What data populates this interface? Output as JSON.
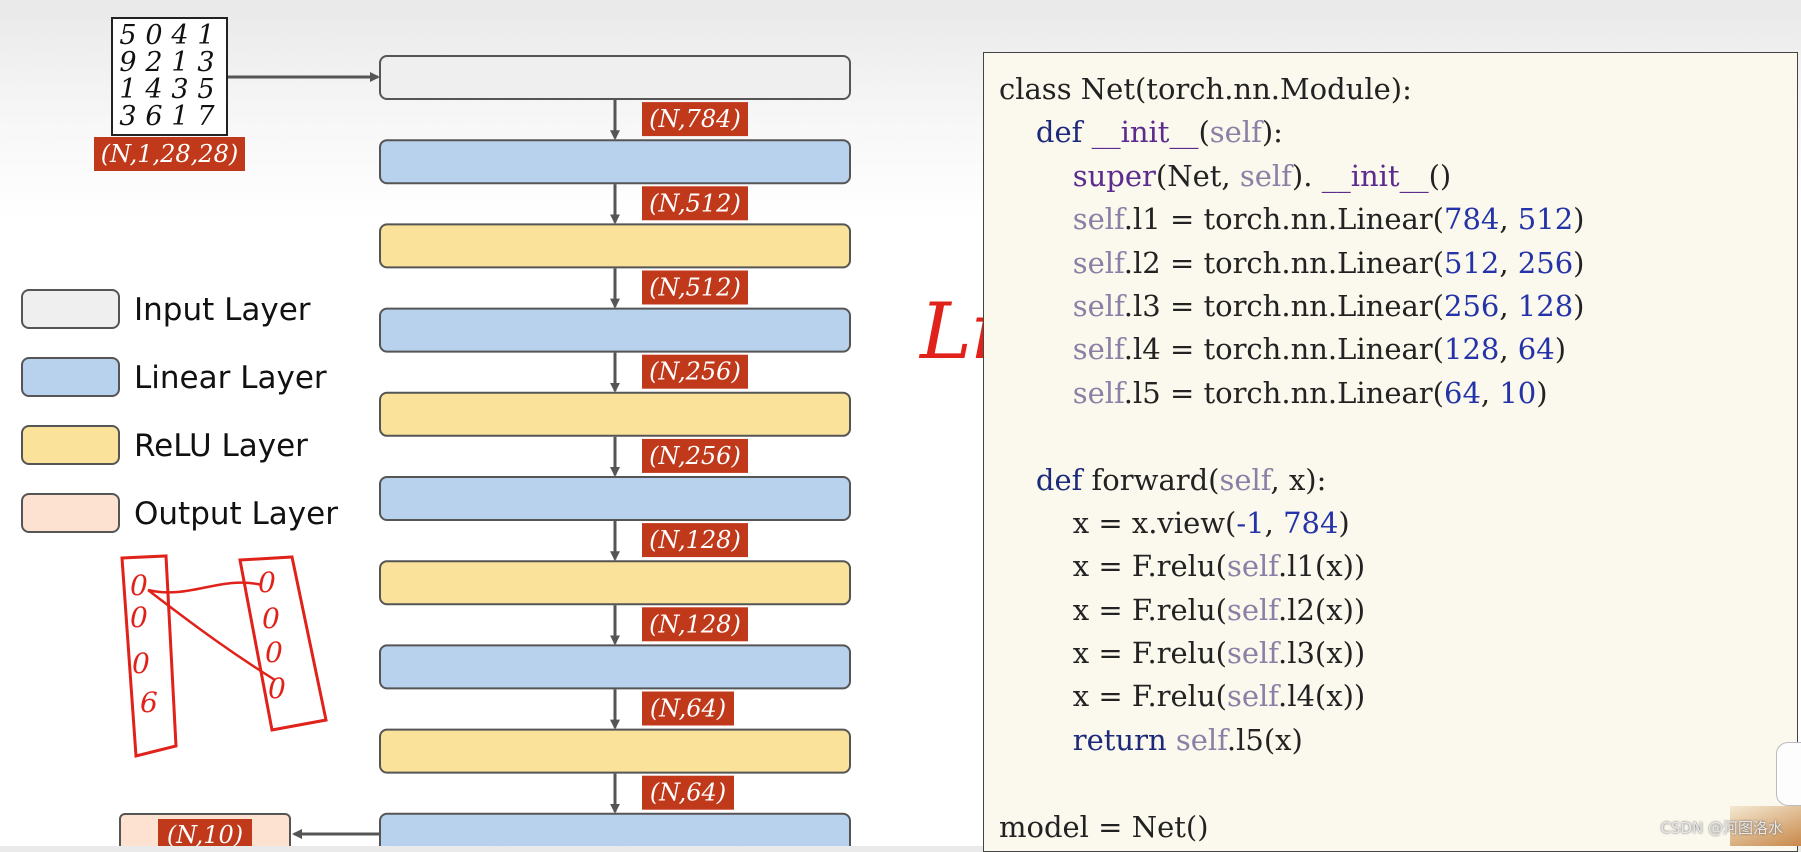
{
  "input_image": {
    "digits": [
      [
        "5",
        "0",
        "4",
        "1"
      ],
      [
        "9",
        "2",
        "1",
        "3"
      ],
      [
        "1",
        "4",
        "3",
        "5"
      ],
      [
        "3",
        "6",
        "1",
        "7"
      ]
    ],
    "shape_label": "(N,1,28,28)"
  },
  "pipeline": {
    "layers": [
      {
        "kind": "input",
        "fill": "#efefef"
      },
      {
        "kind": "linear",
        "fill": "#b8d2ee"
      },
      {
        "kind": "relu",
        "fill": "#fbe29b"
      },
      {
        "kind": "linear",
        "fill": "#b8d2ee"
      },
      {
        "kind": "relu",
        "fill": "#fbe29b"
      },
      {
        "kind": "linear",
        "fill": "#b8d2ee"
      },
      {
        "kind": "relu",
        "fill": "#fbe29b"
      },
      {
        "kind": "linear",
        "fill": "#b8d2ee"
      },
      {
        "kind": "relu",
        "fill": "#fbe29b"
      },
      {
        "kind": "linear",
        "fill": "#b8d2ee"
      }
    ],
    "shape_labels": [
      "(N,784)",
      "(N,512)",
      "(N,512)",
      "(N,256)",
      "(N,256)",
      "(N,128)",
      "(N,128)",
      "(N,64)",
      "(N,64)"
    ],
    "output_label": "(N,10)",
    "label_color": "#c1391b"
  },
  "legend": {
    "items": [
      {
        "label": "Input Layer",
        "fill": "#efefef"
      },
      {
        "label": "Linear Layer",
        "fill": "#b8d2ee"
      },
      {
        "label": "ReLU Layer",
        "fill": "#fbe29b"
      },
      {
        "label": "Output Layer",
        "fill": "#fde1d1"
      }
    ]
  },
  "annotations": {
    "handwritten_word": "Linear",
    "left_column": [
      "0",
      "0",
      "0",
      "6"
    ],
    "right_column": [
      "0",
      "0",
      "0",
      "0"
    ],
    "ink_color": "#e0221b"
  },
  "code": {
    "lines": [
      [
        [
          "txt",
          "class Net(torch.nn.Module):"
        ]
      ],
      [
        [
          "txt",
          "    "
        ],
        [
          "kw",
          "def"
        ],
        [
          "txt",
          " "
        ],
        [
          "builtin",
          "__init__"
        ],
        [
          "txt",
          "("
        ],
        [
          "self",
          "self"
        ],
        [
          "txt",
          "):"
        ]
      ],
      [
        [
          "txt",
          "        "
        ],
        [
          "builtin",
          "super"
        ],
        [
          "txt",
          "(Net, "
        ],
        [
          "self",
          "self"
        ],
        [
          "txt",
          "). "
        ],
        [
          "builtin",
          "__init__"
        ],
        [
          "txt",
          "()"
        ]
      ],
      [
        [
          "txt",
          "        "
        ],
        [
          "self",
          "self"
        ],
        [
          "txt",
          ".l1 = torch.nn.Linear("
        ],
        [
          "num",
          "784"
        ],
        [
          "txt",
          ", "
        ],
        [
          "num",
          "512"
        ],
        [
          "txt",
          ")"
        ]
      ],
      [
        [
          "txt",
          "        "
        ],
        [
          "self",
          "self"
        ],
        [
          "txt",
          ".l2 = torch.nn.Linear("
        ],
        [
          "num",
          "512"
        ],
        [
          "txt",
          ", "
        ],
        [
          "num",
          "256"
        ],
        [
          "txt",
          ")"
        ]
      ],
      [
        [
          "txt",
          "        "
        ],
        [
          "self",
          "self"
        ],
        [
          "txt",
          ".l3 = torch.nn.Linear("
        ],
        [
          "num",
          "256"
        ],
        [
          "txt",
          ", "
        ],
        [
          "num",
          "128"
        ],
        [
          "txt",
          ")"
        ]
      ],
      [
        [
          "txt",
          "        "
        ],
        [
          "self",
          "self"
        ],
        [
          "txt",
          ".l4 = torch.nn.Linear("
        ],
        [
          "num",
          "128"
        ],
        [
          "txt",
          ", "
        ],
        [
          "num",
          "64"
        ],
        [
          "txt",
          ")"
        ]
      ],
      [
        [
          "txt",
          "        "
        ],
        [
          "self",
          "self"
        ],
        [
          "txt",
          ".l5 = torch.nn.Linear("
        ],
        [
          "num",
          "64"
        ],
        [
          "txt",
          ", "
        ],
        [
          "num",
          "10"
        ],
        [
          "txt",
          ")"
        ]
      ],
      [
        [
          "txt",
          ""
        ]
      ],
      [
        [
          "txt",
          "    "
        ],
        [
          "kw",
          "def"
        ],
        [
          "txt",
          " forward("
        ],
        [
          "self",
          "self"
        ],
        [
          "txt",
          ", x):"
        ]
      ],
      [
        [
          "txt",
          "        x = x.view("
        ],
        [
          "num",
          "-1"
        ],
        [
          "txt",
          ", "
        ],
        [
          "num",
          "784"
        ],
        [
          "txt",
          ")"
        ]
      ],
      [
        [
          "txt",
          "        x = F.relu("
        ],
        [
          "self",
          "self"
        ],
        [
          "txt",
          ".l1(x))"
        ]
      ],
      [
        [
          "txt",
          "        x = F.relu("
        ],
        [
          "self",
          "self"
        ],
        [
          "txt",
          ".l2(x))"
        ]
      ],
      [
        [
          "txt",
          "        x = F.relu("
        ],
        [
          "self",
          "self"
        ],
        [
          "txt",
          ".l3(x))"
        ]
      ],
      [
        [
          "txt",
          "        x = F.relu("
        ],
        [
          "self",
          "self"
        ],
        [
          "txt",
          ".l4(x))"
        ]
      ],
      [
        [
          "txt",
          "        "
        ],
        [
          "kw",
          "return"
        ],
        [
          "txt",
          " "
        ],
        [
          "self",
          "self"
        ],
        [
          "txt",
          ".l5(x)"
        ]
      ],
      [
        [
          "txt",
          ""
        ]
      ],
      [
        [
          "txt",
          "model = Net()"
        ]
      ]
    ]
  },
  "watermark": "CSDN @河图洛水"
}
